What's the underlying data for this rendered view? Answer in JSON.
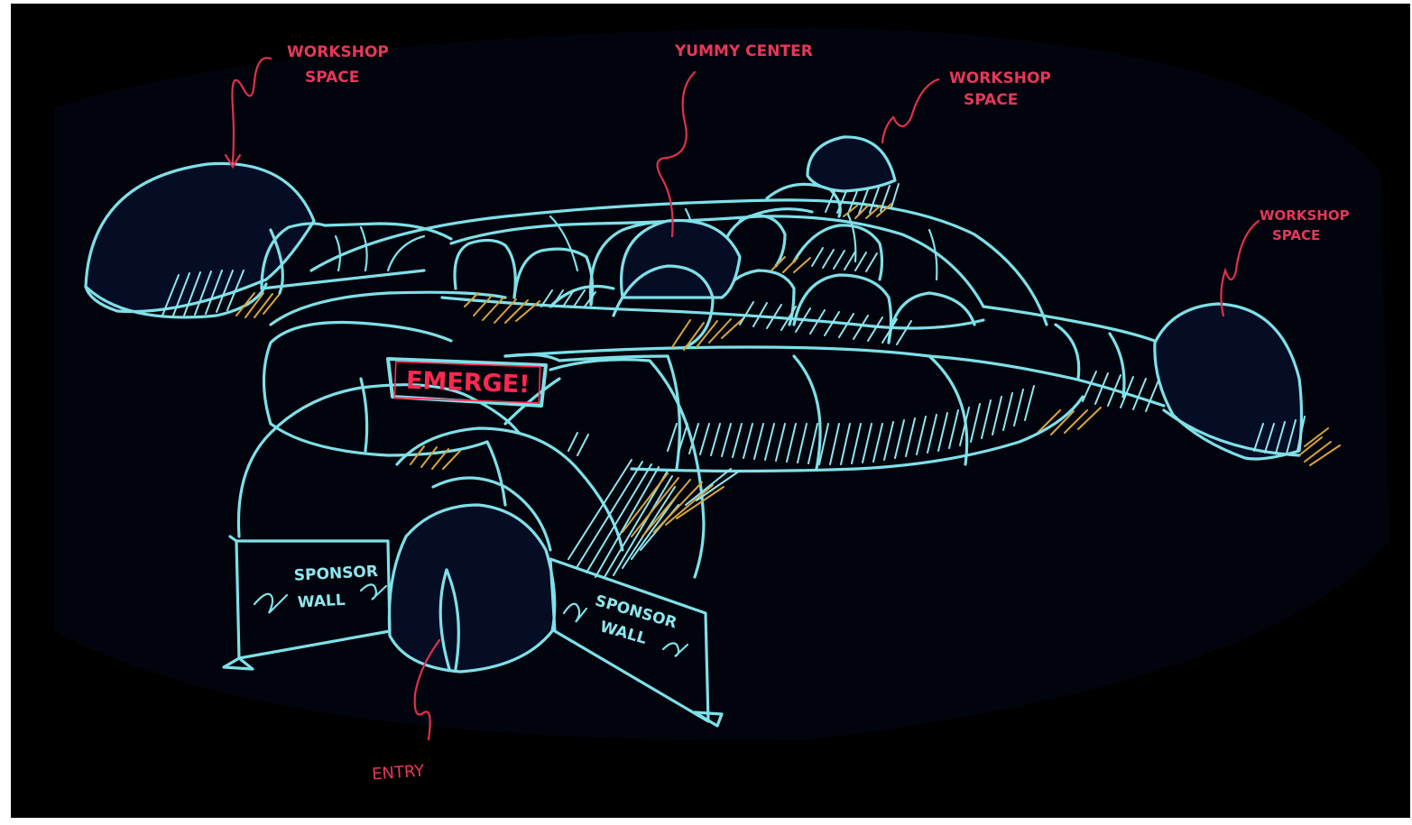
{
  "labels": {
    "workshop_left": [
      "WORKSHOP",
      "SPACE"
    ],
    "workshop_middle": [
      "WORKSHOP",
      "SPACE"
    ],
    "workshop_right": [
      "WORKSHOP",
      "SPACE"
    ],
    "yummy_center": "YUMMY CENTER",
    "emerge": "EMERGE!",
    "sponsor_left": [
      "SPONSOR",
      "WALL"
    ],
    "sponsor_right": [
      "SPONSOR",
      "WALL"
    ],
    "entry": "ENTRY"
  },
  "colors": {
    "background": "#000000",
    "outline": "#7fe0e8",
    "annotation": "#e7375a",
    "shading_gold": "#d9a43a"
  }
}
